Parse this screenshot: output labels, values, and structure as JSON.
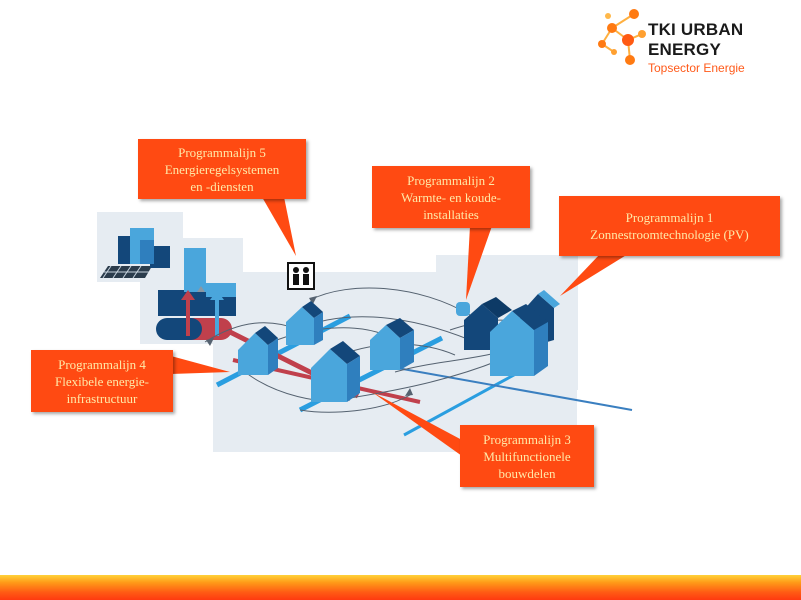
{
  "logo": {
    "name": "TKI URBAN ENERGY",
    "subtitle": "Topsector Energie",
    "colors": {
      "dots": "#ff7a12",
      "lines": "#ffb040"
    }
  },
  "callouts": {
    "programmalijn_5": "Programmalijn 5\nEnergieregelsystemen\nen -diensten",
    "programmalijn_2": "Programmalijn 2\nWarmte- en koude-\ninstallaties",
    "programmalijn_1": "Programmalijn 1\nZonnestroomtechnologie (PV)",
    "programmalijn_4": "Programmalijn 4\nFlexibele energie-\ninfrastructuur",
    "programmalijn_3": "Programmalijn 3\nMultifunctionele\nbouwdelen"
  },
  "colors": {
    "callout_bg": "#ff4a12",
    "callout_text": "#ffe9a8",
    "house_light": "#4aa6dc",
    "house_dark": "#13477a",
    "pipe_blue": "#2a9ee0",
    "pipe_red": "#c0404c",
    "panel_bg": "#e4eaf0"
  },
  "icons": [
    "solar-panel-icon",
    "building-icon",
    "people-icon",
    "house-icon",
    "heat-pump-icon"
  ]
}
